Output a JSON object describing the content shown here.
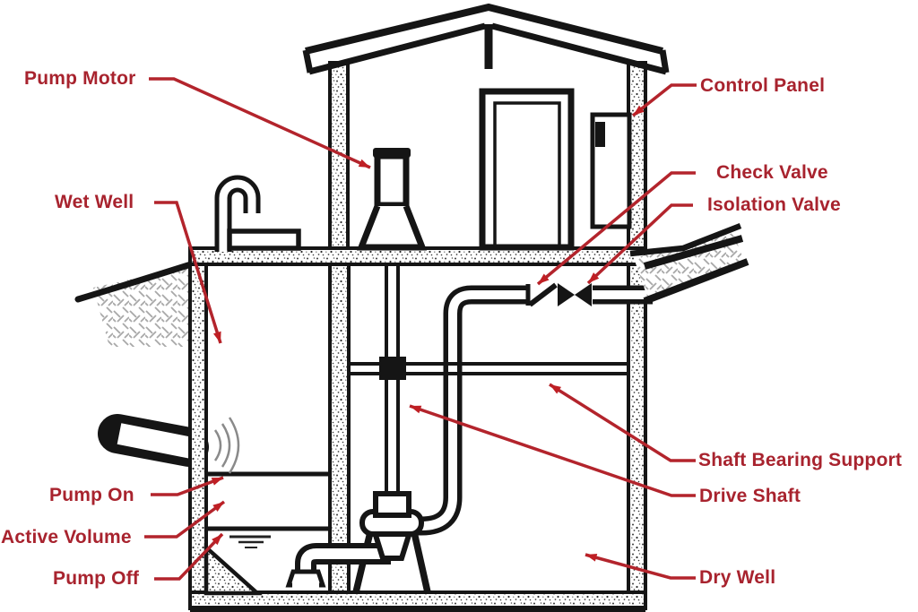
{
  "diagram": {
    "labels": {
      "pump_motor": "Pump Motor",
      "wet_well": "Wet Well",
      "control_panel": "Control Panel",
      "check_valve": "Check Valve",
      "isolation_valve": "Isolation Valve",
      "pump_on": "Pump On",
      "active_volume": "Active Volume",
      "pump_off": "Pump Off",
      "shaft_bearing_support": "Shaft Bearing Support",
      "drive_shaft": "Drive Shaft",
      "dry_well": "Dry Well"
    },
    "colors": {
      "label_text": "#a8232e",
      "leader_line": "#b3242c",
      "arrowhead": "#bf1f24",
      "line_art": "#151515",
      "background": "#ffffff",
      "earth_hatch": "#a8a8a8"
    }
  }
}
